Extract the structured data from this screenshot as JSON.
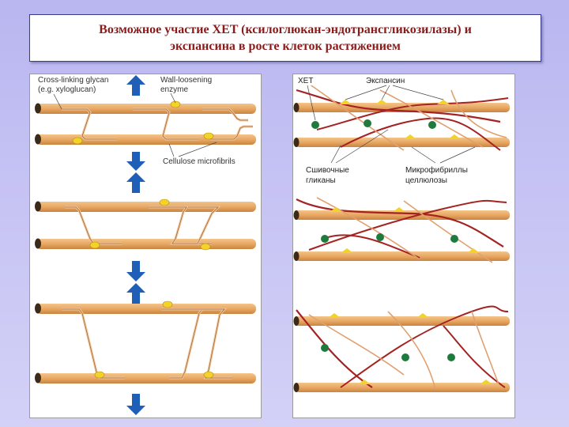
{
  "title": {
    "line1": "Возможное участие XET (ксилоглюкан-эндотрансгликозилазы) и",
    "line2": "экспансина в росте клеток растяжением"
  },
  "left_panel": {
    "labels": {
      "glycan_line1": "Cross-linking glycan",
      "glycan_line2": "(e.g. xyloglucan)",
      "enzyme_line1": "Wall-loosening",
      "enzyme_line2": "enzyme",
      "microfibrils": "Cellulose microfibrils"
    }
  },
  "right_panel": {
    "labels": {
      "xet": "XET",
      "expansin": "Экспансин",
      "glycans_line1": "Сшивочные",
      "glycans_line2": "гликаны",
      "microfibrils_line1": "Микрофибриллы",
      "microfibrils_line2": "целлюлозы"
    }
  },
  "colors": {
    "fibril": "#e8a863",
    "fibril_dark": "#b8733a",
    "glycan_red": "#a52222",
    "glycan_tan": "#e0a070",
    "enzyme_yellow": "#f3d22a",
    "xet_green": "#1f7a3e",
    "arrow_blue": "#1f5fb8",
    "title_red": "#8b1a1a"
  }
}
